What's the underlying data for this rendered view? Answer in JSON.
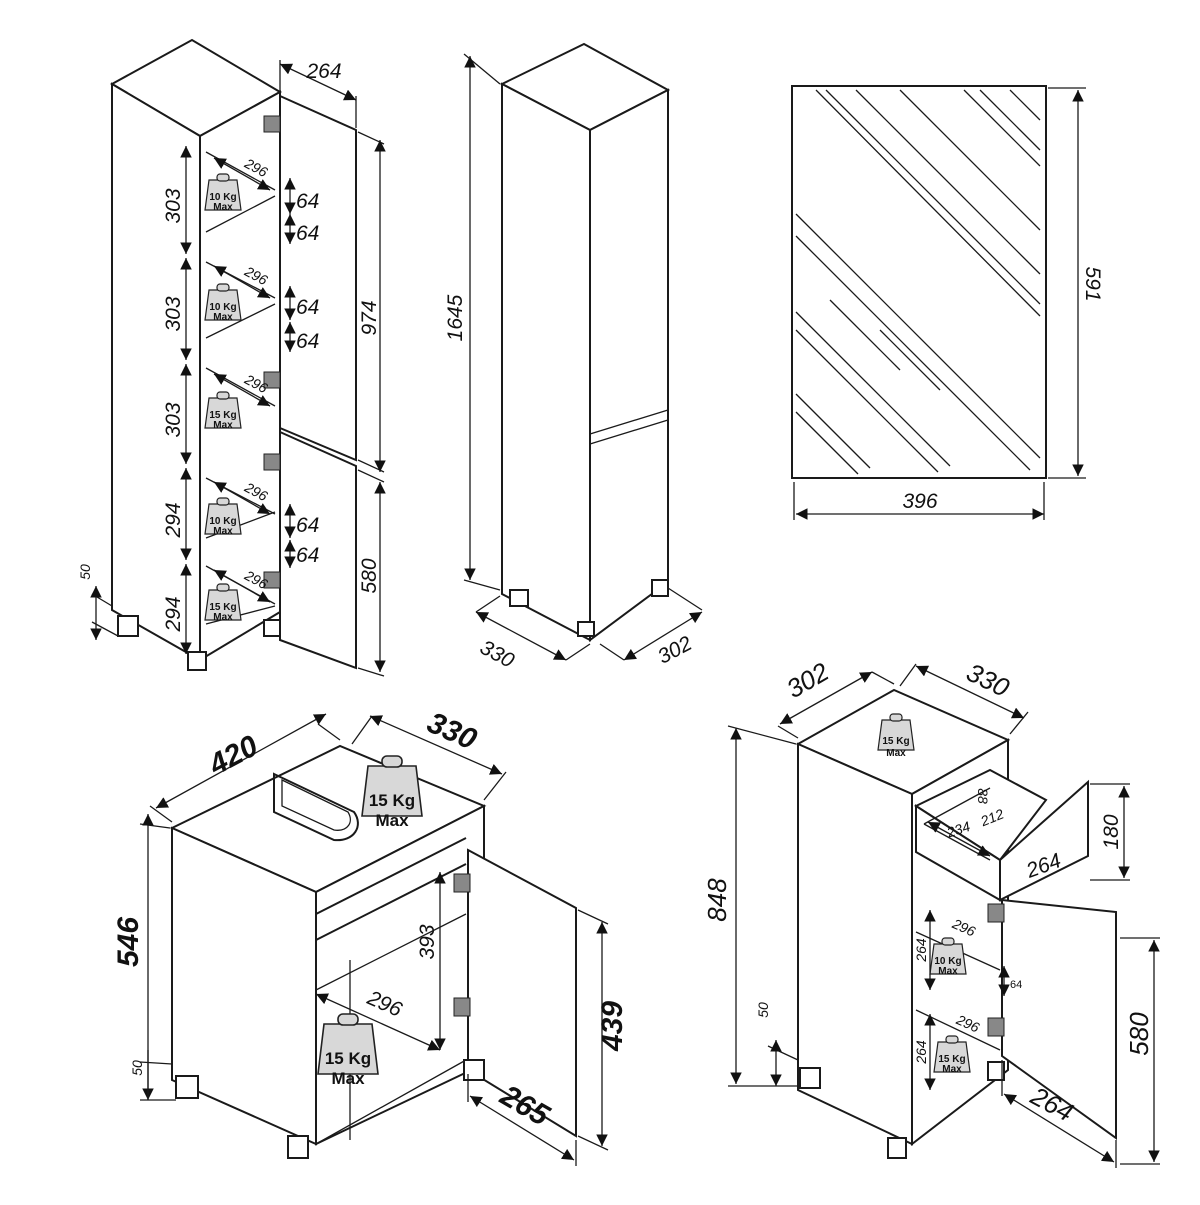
{
  "tall_cabinet": {
    "door_width": "264",
    "height_total": "1645",
    "upper_door_height": "974",
    "lower_door_height": "580",
    "shelf_depth": "296",
    "compartments": [
      "303",
      "303",
      "303",
      "294",
      "294"
    ],
    "shelf_step": "64",
    "leg_height": "50",
    "depth": "330",
    "width": "302",
    "load_10": "10 Kg",
    "load_15": "15 Kg",
    "load_max": "Max"
  },
  "mirror": {
    "width": "396",
    "height": "591"
  },
  "sink_cabinet": {
    "width": "420",
    "depth": "330",
    "height": "546",
    "inner_height": "393",
    "shelf_depth": "296",
    "door_height": "439",
    "door_width": "265",
    "leg_height": "50",
    "load": "15 Kg",
    "load_max": "Max"
  },
  "small_cabinet": {
    "width": "302",
    "depth": "330",
    "height": "848",
    "drawer_height": "180",
    "drawer_width": "264",
    "drawer_inner_depth": "234",
    "drawer_inner_width": "212",
    "drawer_inner_height": "88",
    "shelf_depth": "296",
    "compartment": "264",
    "shelf_step": "64",
    "door_height": "580",
    "door_width": "264",
    "leg_height": "50",
    "load_top": "15 Kg",
    "load_shelf1": "10 Kg",
    "load_shelf2": "15 Kg",
    "load_max": "Max"
  }
}
